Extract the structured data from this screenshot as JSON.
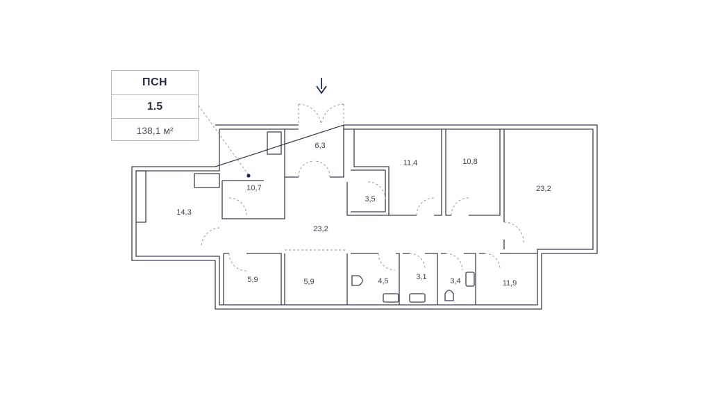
{
  "unit": {
    "type": "ПСН",
    "number": "1.5",
    "area": "138,1 м²"
  },
  "rooms": [
    {
      "id": "room-entrance",
      "area": "6,3"
    },
    {
      "id": "room-office-a",
      "area": "11,4"
    },
    {
      "id": "room-office-b",
      "area": "10,8"
    },
    {
      "id": "room-large-right",
      "area": "23,2"
    },
    {
      "id": "room-left-small",
      "area": "10,7"
    },
    {
      "id": "room-left-large",
      "area": "14,3"
    },
    {
      "id": "room-storage",
      "area": "3,5"
    },
    {
      "id": "room-corridor",
      "area": "23,2"
    },
    {
      "id": "room-bottom-1",
      "area": "5,9"
    },
    {
      "id": "room-bottom-2",
      "area": "5,9"
    },
    {
      "id": "room-wc-1",
      "area": "4,5"
    },
    {
      "id": "room-wc-2",
      "area": "3,1"
    },
    {
      "id": "room-wc-3",
      "area": "3,4"
    },
    {
      "id": "room-bottom-right",
      "area": "11,9"
    }
  ],
  "colors": {
    "wall": "#3a3e50",
    "dashed": "#8a8e9c",
    "accent": "#1f2a5c"
  },
  "icons": {
    "entrance": "arrow-down-icon",
    "location": "location-dot-icon"
  }
}
